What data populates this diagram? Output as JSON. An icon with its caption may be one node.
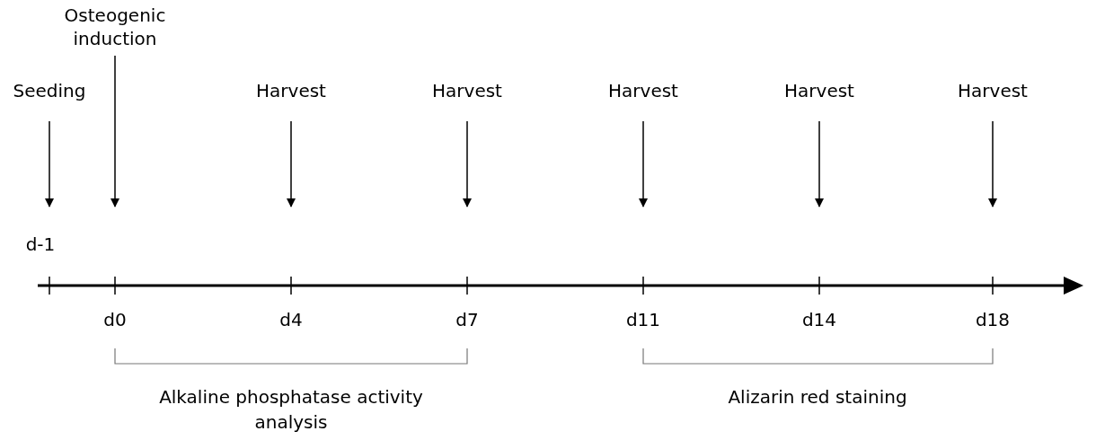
{
  "diagram": {
    "nodes": [
      {
        "text": [
          "Seeding"
        ]
      },
      {
        "text": [
          "Osteogenic induction"
        ]
      },
      {
        "text": [
          "Harvest"
        ]
      },
      {
        "text": [
          "Harvest"
        ]
      },
      {
        "text": [
          "Harvest"
        ]
      },
      {
        "text": [
          "Harvest"
        ]
      },
      {
        "text": [
          "Harvest"
        ]
      }
    ],
    "edges": [
      {
        "from": 0,
        "to": null,
        "arrow": "to"
      },
      {
        "from": 1,
        "to": null,
        "arrow": "to"
      },
      {
        "from": 2,
        "to": null,
        "arrow": "to"
      },
      {
        "from": 3,
        "to": null,
        "arrow": "to"
      },
      {
        "from": 4,
        "to": null,
        "arrow": "to"
      },
      {
        "from": 5,
        "to": null,
        "arrow": "to"
      },
      {
        "from": 6,
        "to": null,
        "arrow": "to"
      }
    ],
    "labels": [
      "d-1",
      "d0",
      "d4",
      "d7",
      "d11",
      "d14",
      "d18",
      "Alkaline phosphatase activity analysis",
      "Alizarin red staining"
    ]
  }
}
